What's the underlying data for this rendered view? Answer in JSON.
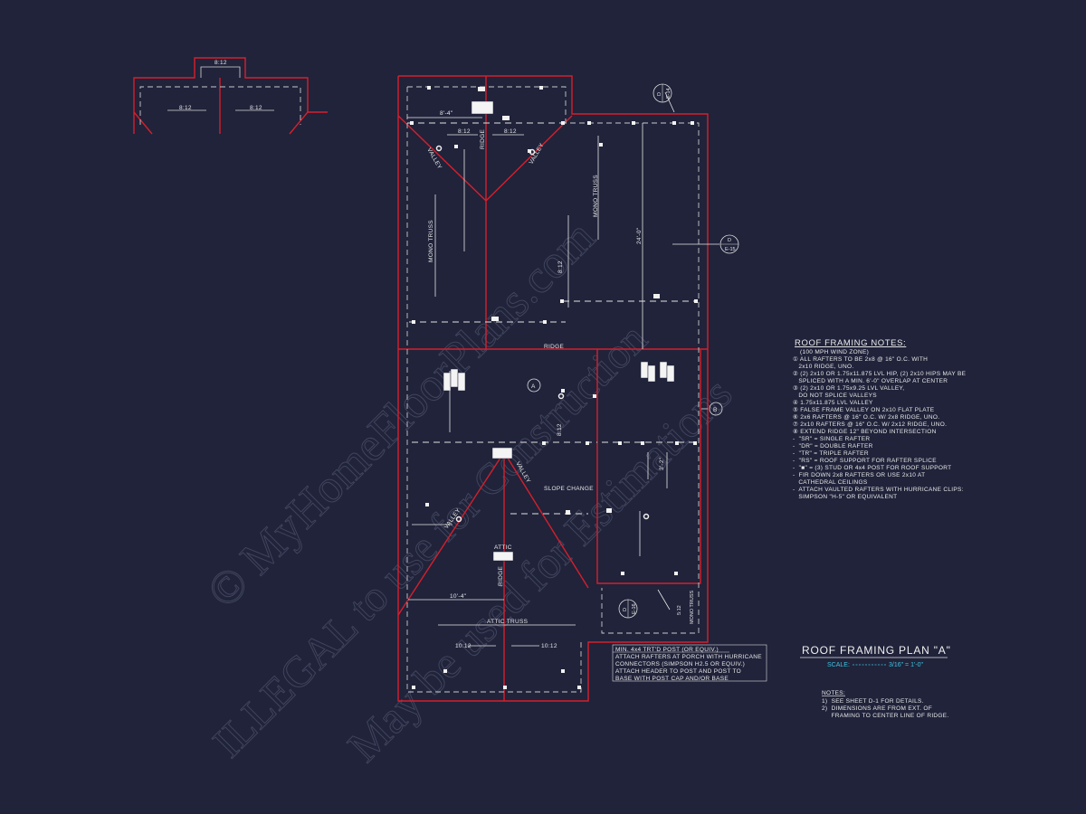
{
  "watermark": {
    "line1": "© MyHomeFloorPlans.com",
    "line2": "ILLEGAL to use for Construction",
    "line3": "May be used for Estimations"
  },
  "detail": {
    "slope_top": "8:12",
    "slope_left": "8:12",
    "slope_right": "8:12"
  },
  "plan": {
    "dim_top": "8'-4\"",
    "slope_left": "8:12",
    "slope_right": "8:12",
    "ridge_top": "RIDGE",
    "valley_left": "VALLEY",
    "valley_right": "VALLEY",
    "mono_truss_left": "MONO TRUSS",
    "mono_truss_right": "MONO TRUSS",
    "slope_mid": "8:12",
    "dim_vertical": "24'-0\"",
    "ridge_main": "RIDGE",
    "zone_a": "A",
    "zone_b": "B",
    "slope_center": "8:12",
    "dim_right_mid": "3'-2\"",
    "valley_lower_right": "VALLEY",
    "slope_change": "SLOPE CHANGE",
    "valley_lower_left": "VALLEY",
    "attic": "ATTIC",
    "ridge_lower": "RIDGE",
    "dim_lower": "10'-4\"",
    "attic_truss": "ATTIC TRUSS",
    "slope_bl": "10:12",
    "slope_br": "10:12",
    "mono_truss_small": "MONO TRUSS",
    "slope_small": "5:12"
  },
  "section_markers": [
    {
      "letter": "D",
      "sheet": "E-14"
    },
    {
      "letter": "D",
      "sheet": "E-15"
    },
    {
      "letter": "D",
      "sheet": "E-16"
    }
  ],
  "porch_note": [
    "MIN. 4x4 TRT'D POST (OR EQUIV.)",
    "ATTACH RAFTERS AT PORCH WITH HURRICANE",
    "CONNECTORS (SIMPSON H2.5 OR EQUIV.)",
    "ATTACH HEADER TO POST AND POST TO",
    "BASE WITH POST CAP AND/OR BASE"
  ],
  "framing_notes": {
    "title": "ROOF FRAMING NOTES:",
    "subtitle": "(100 MPH WIND ZONE)",
    "lines": [
      "① ALL RAFTERS TO BE 2x8 @ 16\" O.C. WITH",
      "   2x10 RIDGE, UNO.",
      "② (2) 2x10 OR 1.75x11.875 LVL HIP, (2) 2x10 HIPS MAY BE",
      "   SPLICED WITH A MIN. 6'-0\" OVERLAP AT CENTER",
      "③ (2) 2x10 OR 1.75x9.25 LVL VALLEY,",
      "   DO NOT SPLICE VALLEYS",
      "④ 1.75x11.875 LVL VALLEY",
      "⑤ FALSE FRAME VALLEY ON 2x10 FLAT PLATE",
      "⑥ 2x6 RAFTERS @ 16\" O.C. W/ 2x8 RIDGE, UNO.",
      "⑦ 2x10 RAFTERS @ 16\" O.C. W/ 2x12 RIDGE, UNO.",
      "⑧ EXTEND RIDGE 12\" BEYOND INTERSECTION",
      "-  \"SR\" = SINGLE RAFTER",
      "-  \"DR\" = DOUBLE RAFTER",
      "-  \"TR\" = TRIPLE RAFTER",
      "-  \"RS\" = ROOF SUPPORT FOR RAFTER SPLICE",
      "-  \"■\" = (3) STUD OR 4x4 POST FOR ROOF SUPPORT",
      "-  FIR DOWN 2x8 RAFTERS OR USE 2x10 AT",
      "   CATHEDRAL CEILINGS",
      "-  ATTACH VAULTED RAFTERS WITH HURRICANE CLIPS:",
      "   SIMPSON \"H-5\" OR EQUIVALENT"
    ]
  },
  "title_block": {
    "title": "ROOF FRAMING PLAN \"A\"",
    "scale_label": "SCALE:",
    "scale_value": "3/16\" = 1'-0\""
  },
  "notes": {
    "title": "NOTES:",
    "lines": [
      "1)  SEE SHEET D-1 FOR DETAILS.",
      "2)  DIMENSIONS ARE FROM EXT. OF",
      "     FRAMING TO CENTER LINE OF RIDGE."
    ]
  },
  "colors": {
    "background": "#20233a",
    "outline": "#d61f2c",
    "linework": "#e0e0e0",
    "accent": "#3fc3e0"
  }
}
